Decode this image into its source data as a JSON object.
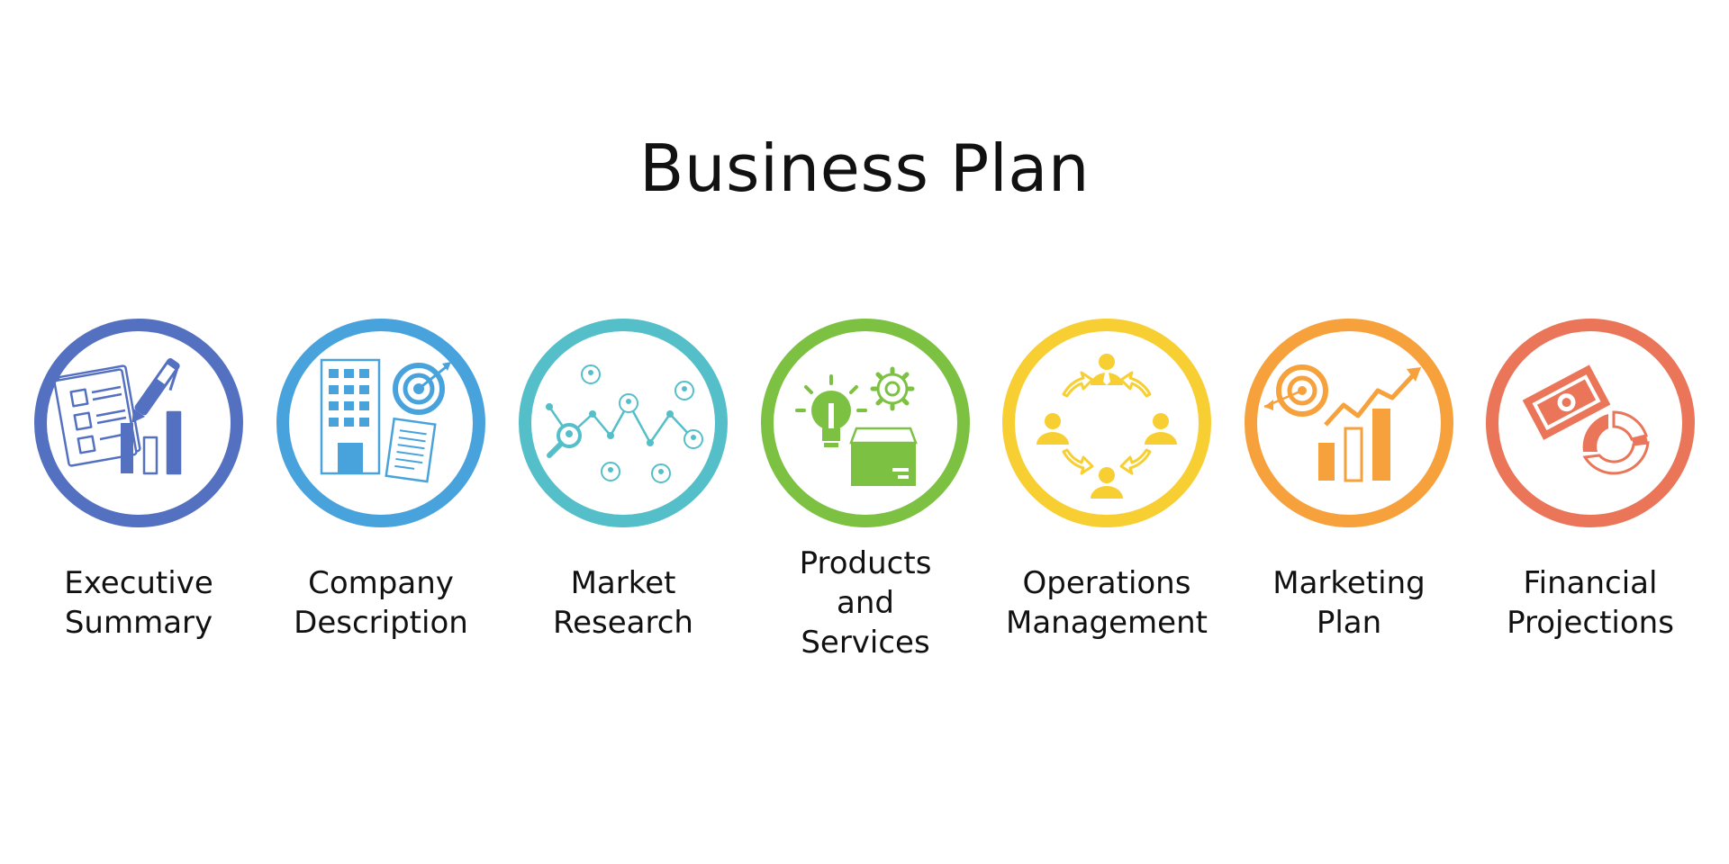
{
  "title": "Business Plan",
  "steps": [
    {
      "id": "executive-summary",
      "lines": [
        "Executive",
        "Summary"
      ],
      "color": "#5470C0",
      "icon": "checklist-pen-chart-icon"
    },
    {
      "id": "company-description",
      "lines": [
        "Company",
        "Description"
      ],
      "color": "#48A3DD",
      "icon": "building-target-document-icon"
    },
    {
      "id": "market-research",
      "lines": [
        "Market",
        "Research"
      ],
      "color": "#55BFC9",
      "icon": "network-graph-magnifier-icon"
    },
    {
      "id": "products-and-services",
      "lines": [
        "Products",
        "and",
        "Services"
      ],
      "color": "#7CC142",
      "icon": "lightbulb-gear-box-icon"
    },
    {
      "id": "operations-management",
      "lines": [
        "Operations",
        "Management"
      ],
      "color": "#F8CF33",
      "icon": "people-cycle-icon"
    },
    {
      "id": "marketing-plan",
      "lines": [
        "Marketing",
        "Plan"
      ],
      "color": "#F6A13C",
      "icon": "target-growth-chart-icon"
    },
    {
      "id": "financial-projections",
      "lines": [
        "Financial",
        "Projections"
      ],
      "color": "#EA7559",
      "icon": "money-pie-chart-icon"
    }
  ]
}
